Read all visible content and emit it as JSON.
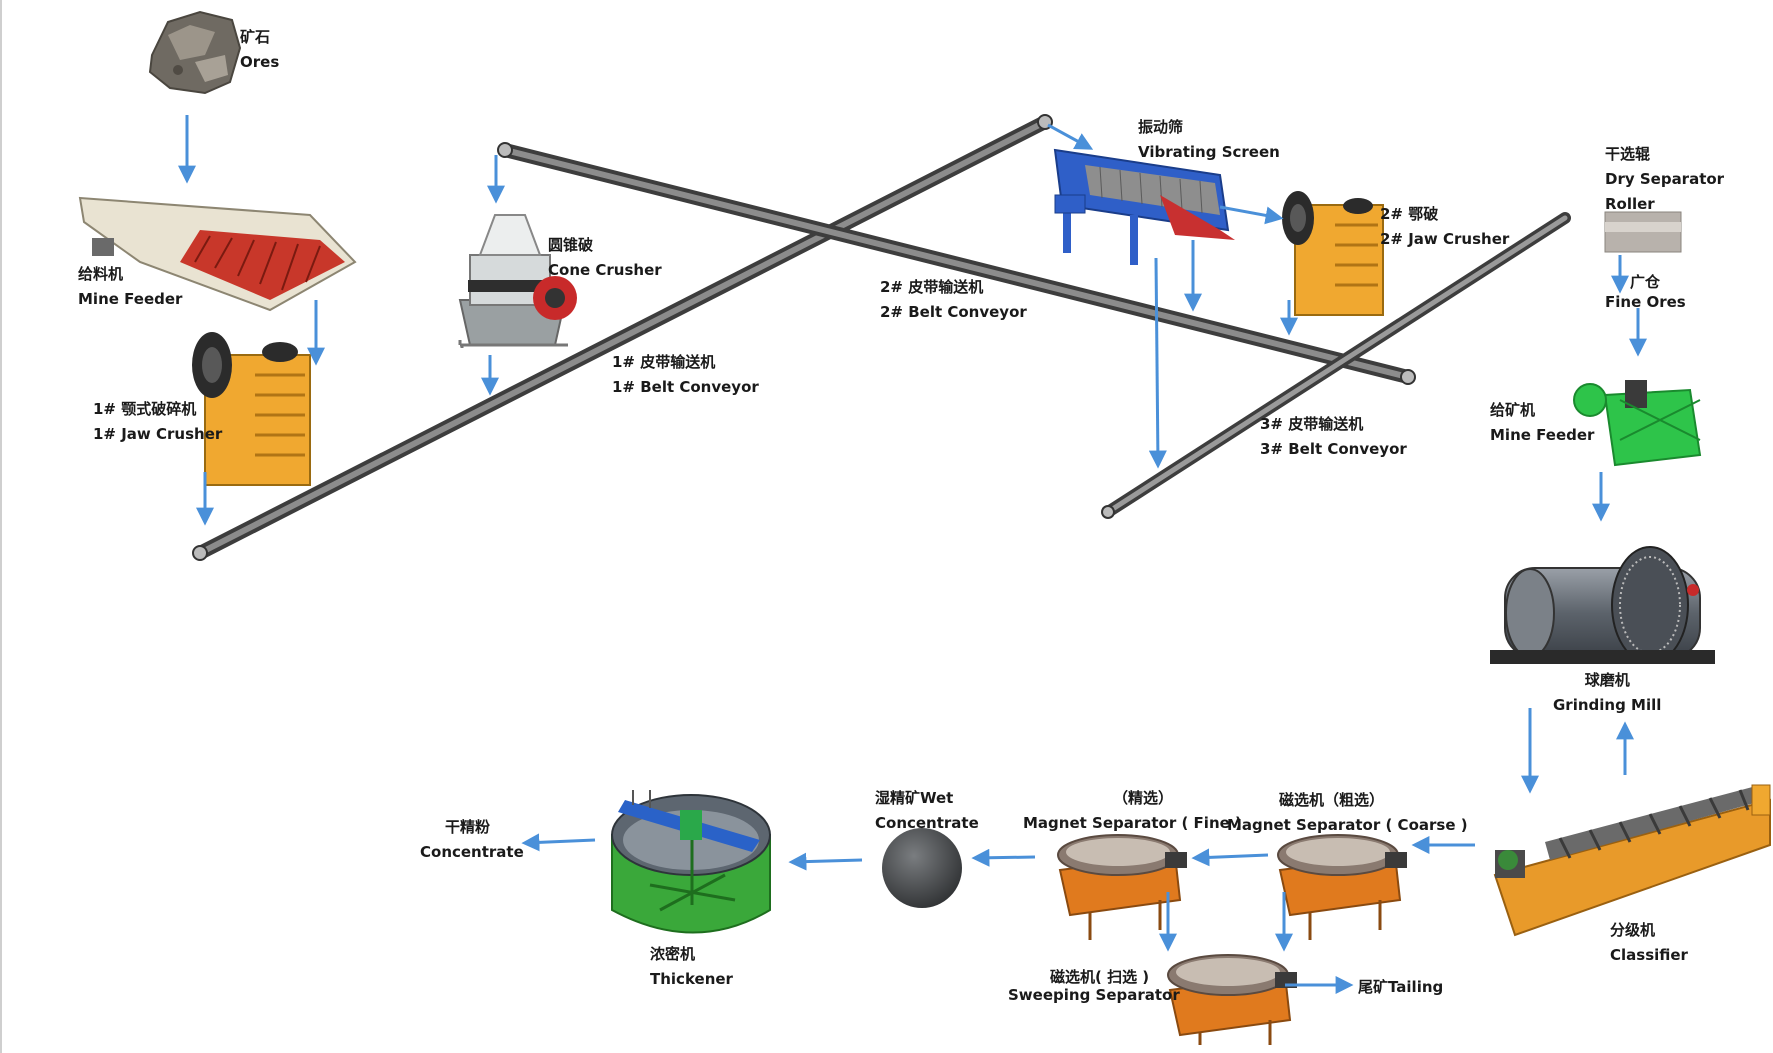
{
  "labels": {
    "ores": {
      "cn": "矿石",
      "en": "Ores"
    },
    "mine_feeder_1": {
      "cn": "给料机",
      "en": "Mine Feeder"
    },
    "jaw_crusher_1": {
      "cn": "1# 颚式破碎机",
      "en": "1# Jaw Crusher"
    },
    "cone_crusher": {
      "cn": "圆锥破",
      "en": "Cone Crusher"
    },
    "belt_conveyor_1": {
      "cn": "1# 皮带输送机",
      "en": "1# Belt Conveyor"
    },
    "vibrating_screen": {
      "cn": "振动筛",
      "en": "Vibrating Screen"
    },
    "belt_conveyor_2": {
      "cn": "2# 皮带输送机",
      "en": "2# Belt Conveyor"
    },
    "jaw_crusher_2": {
      "cn": "2# 鄂破",
      "en": "2# Jaw Crusher"
    },
    "belt_conveyor_3": {
      "cn": "3# 皮带输送机",
      "en": "3# Belt Conveyor"
    },
    "dry_separator": {
      "cn": "干选辊",
      "en1": "Dry Separator",
      "en2": "Roller"
    },
    "fine_ores": {
      "cn": "广仓",
      "en": "Fine Ores"
    },
    "mine_feeder_2": {
      "cn": "给矿机",
      "en": "Mine Feeder"
    },
    "grinding_mill": {
      "cn": "球磨机",
      "en": "Grinding Mill"
    },
    "classifier": {
      "cn": "分级机",
      "en": "Classifier"
    },
    "mag_coarse": {
      "cn": "磁选机（粗选）",
      "en": "Magnet Separator ( Coarse )"
    },
    "mag_fine": {
      "cn": "（精选）",
      "en": "Magnet Separator ( Fine )"
    },
    "wet_concentrate": {
      "cn": "湿精矿Wet",
      "en": "Concentrate"
    },
    "thickener": {
      "cn": "浓密机",
      "en": "Thickener"
    },
    "dry_concentrate": {
      "cn": "干精粉",
      "en": "Concentrate"
    },
    "sweeping": {
      "cn": "磁选机( 扫选 )",
      "en": "Sweeping Separator"
    },
    "tailing": {
      "text": "尾矿Tailing"
    }
  },
  "colors": {
    "arrow": "#4a90d9",
    "belt": "#5e5e5e",
    "jaw_crusher": "#f0a830",
    "magnet_separator": "#e07a1e",
    "classifier": "#e89a2a",
    "mine_feeder_2": "#2ec44a",
    "vibrating_screen": "#2f5fc8",
    "thickener": "#3aa83a"
  },
  "icons": [
    "ore-rock-icon",
    "vibrating-feeder-icon",
    "jaw-crusher-icon",
    "cone-crusher-icon",
    "vibrating-screen-icon",
    "dry-separator-roller-icon",
    "green-mine-feeder-icon",
    "ball-mill-icon",
    "spiral-classifier-icon",
    "magnetic-separator-icon",
    "concentrate-ball-icon",
    "thickener-tank-icon"
  ]
}
